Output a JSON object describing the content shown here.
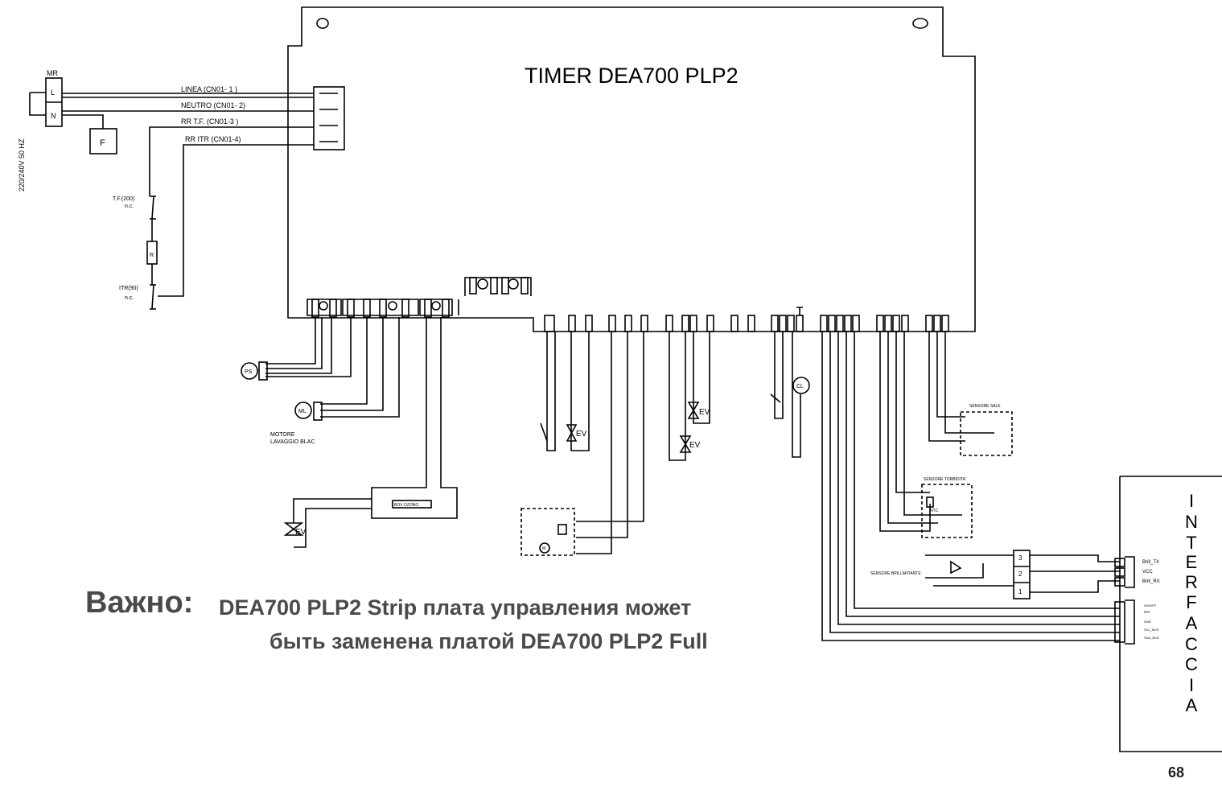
{
  "board": {
    "title": "TIMER DEA700 PLP2"
  },
  "power": {
    "supply": "220/240V 50 HZ",
    "mr": "MR",
    "l": "L",
    "n": "N",
    "f": "F",
    "lines": [
      "LINEA    (CN01- 1 )",
      "NEUTRO (CN01- 2)",
      "RR T.F.   (CN01-3 )",
      "RR ITR     (CN01-4)"
    ]
  },
  "safety": {
    "tf": "T.F.(200)",
    "tf_nc": "n.c.",
    "r": "R",
    "itr": "ITR(90)",
    "itr_nc": "n.c."
  },
  "components": {
    "ps": "PS",
    "ml": "ML",
    "motor_line1": "MOTORE",
    "motor_line2": "LAVAGGIO BLAC",
    "ev": "EV",
    "cl": "CL",
    "m": "M",
    "box_small": "BOX OZONO"
  },
  "sensors": {
    "sale": "SENSORE SALE",
    "torbidita": "SENSORE TORBIDITA'",
    "ntc": "NTC",
    "brillantante": "SENSORE BRILLANTANTE"
  },
  "interface": {
    "letters": [
      "I",
      "N",
      "T",
      "E",
      "R",
      "F",
      "A",
      "C",
      "C",
      "I",
      "A"
    ],
    "pins_top": [
      "Brill_TX",
      "VCC",
      "Brill_RX"
    ],
    "pins_bottom": [
      "ON/OFF",
      "REF",
      "GND",
      "SCL_BUS",
      "SDA_BUS"
    ],
    "connector": [
      "3",
      "2",
      "1"
    ]
  },
  "note": {
    "head": "Важно:",
    "line1": "DEA700 PLP2 Strip плата управления может",
    "line2": "быть заменена платой DEA700 PLP2 Full"
  },
  "page_number": "68"
}
